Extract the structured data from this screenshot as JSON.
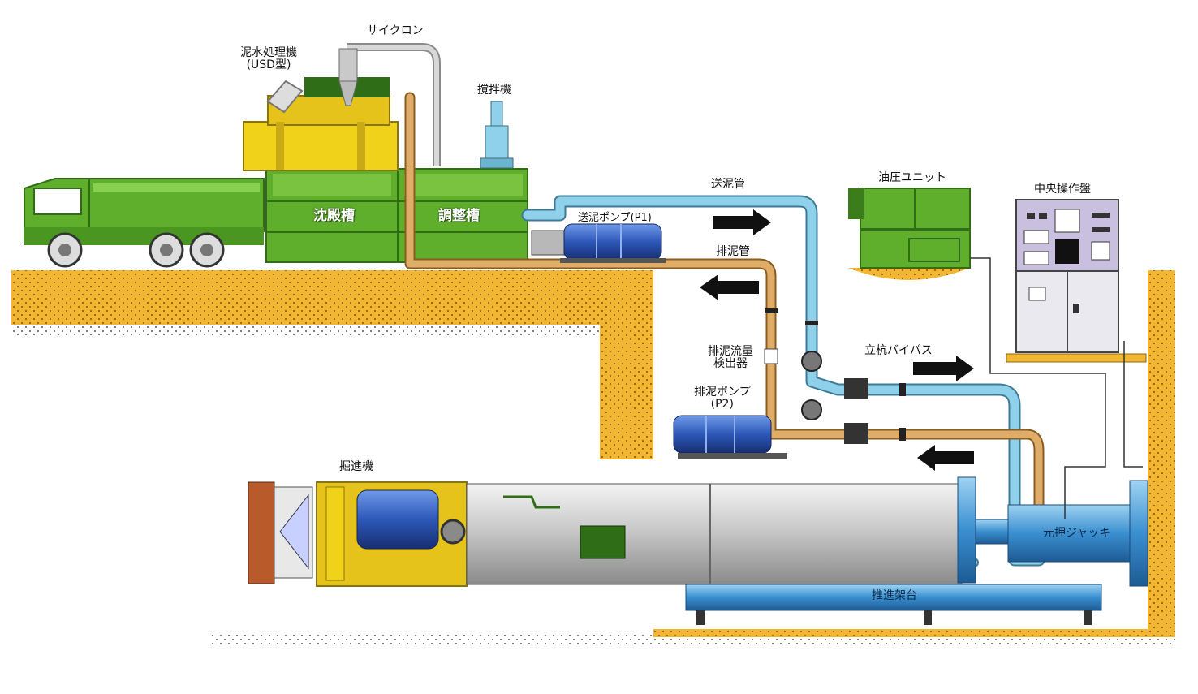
{
  "labels": {
    "dewatering_unit_line1": "泥水処理機",
    "dewatering_unit_line2": "(USD型)",
    "cyclone": "サイクロン",
    "agitator": "撹拌機",
    "settling_tank": "沈殿槽",
    "adjusting_tank": "調整槽",
    "feed_pipe": "送泥管",
    "feed_pump": "送泥ポンプ(P1)",
    "discharge_pipe": "排泥管",
    "hydraulic_unit": "油圧ユニット",
    "control_panel": "中央操作盤",
    "flow_detector_line1": "排泥流量",
    "flow_detector_line2": "検出器",
    "shaft_bypass": "立杭バイパス",
    "discharge_pump_line1": "排泥ポンプ",
    "discharge_pump_line2": "(P2)",
    "tunneling_machine": "掘進機",
    "main_jack": "元押ジャッキ",
    "thrust_frame": "推進架台"
  },
  "colors": {
    "soil": "#f2b632",
    "soil_dots": "#6b4a12",
    "green_equipment": "#5fae2c",
    "green_dark": "#2f6d17",
    "yellow_unit": "#f0d21a",
    "feed_pipe": "#8fd1ea",
    "discharge_pipe": "#e0ad68",
    "pump_blue": "#2d57b8",
    "jack_blue": "#3a8fd0",
    "arrow": "#111111",
    "panel_purple": "#c9c0df"
  }
}
